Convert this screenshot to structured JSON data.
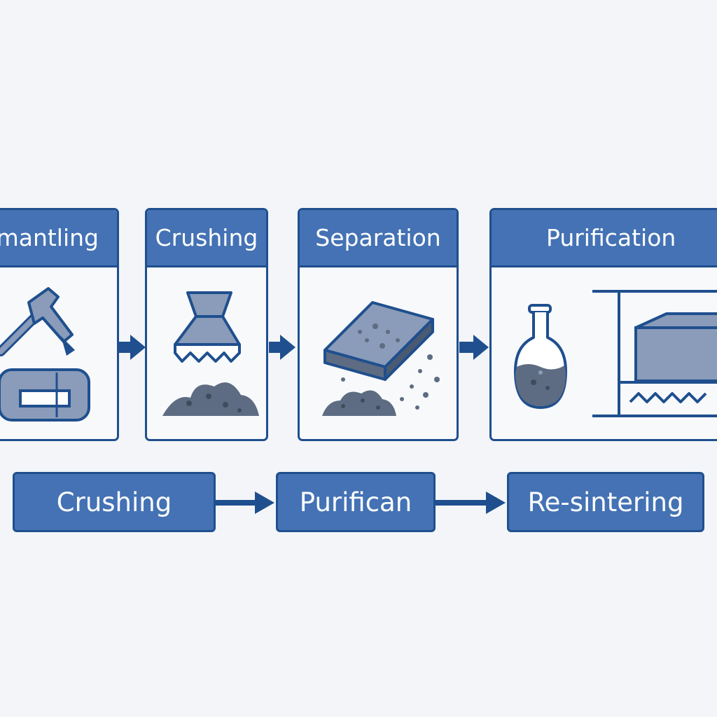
{
  "colors": {
    "background": "#f3f5f8",
    "header_fill": "#4472b4",
    "outline": "#1f4f8e",
    "icon_fill": "#8a9cb9",
    "icon_dark": "#5d6c82"
  },
  "stages": [
    {
      "title": "mantling",
      "icons": [
        "hammer-icon",
        "magnet-block-icon"
      ]
    },
    {
      "title": "Crushing",
      "icons": [
        "hopper-icon",
        "rubble-pile-icon"
      ]
    },
    {
      "title": "Separation",
      "icons": [
        "block-icon",
        "particles-icon",
        "rubble-pile-icon"
      ]
    },
    {
      "title": "Purification",
      "icons": [
        "flask-icon",
        "block-icon",
        "heating-zigzag-icon"
      ]
    }
  ],
  "flow": [
    {
      "label": "Crushing"
    },
    {
      "label": "Purifican"
    },
    {
      "label": "Re-sintering"
    }
  ]
}
